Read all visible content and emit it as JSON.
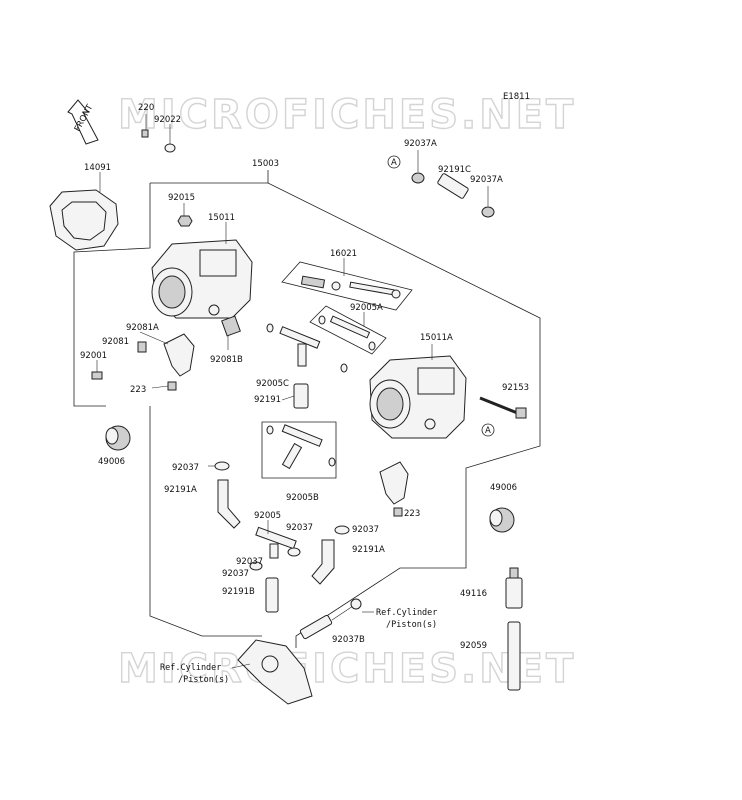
{
  "diagram_code": "E1811",
  "watermark": "MICROFICHES.NET",
  "front_label": "FRONT",
  "callout_marker": "A",
  "parts": [
    {
      "id": "220"
    },
    {
      "id": "92022"
    },
    {
      "id": "14091"
    },
    {
      "id": "15003"
    },
    {
      "id": "92015"
    },
    {
      "id": "15011"
    },
    {
      "id": "16021"
    },
    {
      "id": "92005A"
    },
    {
      "id": "92081A"
    },
    {
      "id": "92081"
    },
    {
      "id": "92001"
    },
    {
      "id": "92081B"
    },
    {
      "id": "223"
    },
    {
      "id": "92005C"
    },
    {
      "id": "92191"
    },
    {
      "id": "15011A"
    },
    {
      "id": "92153"
    },
    {
      "id": "92037A"
    },
    {
      "id": "92191C"
    },
    {
      "id": "49006"
    },
    {
      "id": "92037"
    },
    {
      "id": "92191A"
    },
    {
      "id": "92005B"
    },
    {
      "id": "92005"
    },
    {
      "id": "92191B"
    },
    {
      "id": "92037B"
    },
    {
      "id": "49116"
    },
    {
      "id": "92059"
    }
  ],
  "refs": {
    "ref_cylinder_right": "Ref.Cylinder\n/Piston(s)",
    "ref_cylinder_line1": "Ref.Cylinder",
    "ref_cylinder_line2": "/Piston(s)"
  }
}
